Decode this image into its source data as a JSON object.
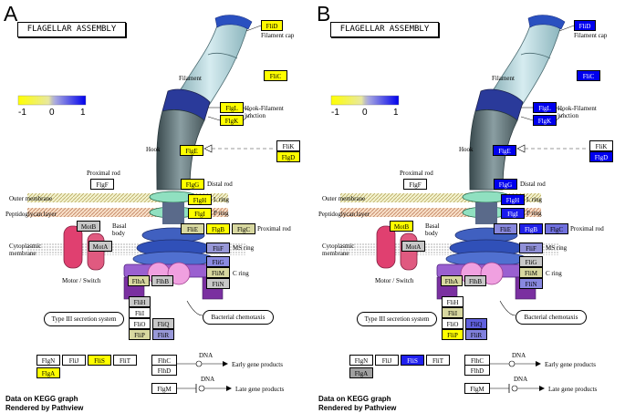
{
  "panels": [
    {
      "letter": "A",
      "title": "FLAGELLAR ASSEMBLY",
      "colors": {
        "FliD": "#fffa00",
        "FliC": "#ffff00",
        "FlgL": "#ffff00",
        "FlgK": "#ffff00",
        "FlgE": "#ffff00",
        "FliK": "#ffffff",
        "FlgD": "#ffff00",
        "FlgF": "#ffffff",
        "FlgG": "#ffff00",
        "FlgH": "#ffff00",
        "FlgI": "#ffff00",
        "FliE": "#d8d8a0",
        "FlgB": "#ffff00",
        "FlgC": "#d8d8a0",
        "MotB": "#c8c8c8",
        "MotA": "#c8c8c8",
        "FliF": "#9898d8",
        "FliG": "#8a8ae0",
        "FliM": "#d8d8a0",
        "FliN": "#c8c8c8",
        "FlhA": "#d8d8a0",
        "FlhB": "#c8c8c8",
        "FliH": "#c8c8c8",
        "FliI": "#ffffff",
        "FliO": "#ffffff",
        "FliQ": "#c8c8c8",
        "FliP": "#d8d8a0",
        "FliR": "#9898d8",
        "FlgN": "#ffffff",
        "FliJ": "#ffffff",
        "FliS": "#ffff00",
        "FliT": "#ffffff",
        "FlgA": "#ffff00",
        "FlhC": "#ffffff",
        "FlhD": "#ffffff",
        "FlgM": "#ffffff"
      }
    },
    {
      "letter": "B",
      "title": "FLAGELLAR ASSEMBLY",
      "colors": {
        "FliD": "#0000ee",
        "FliC": "#0000ee",
        "FlgL": "#0000ee",
        "FlgK": "#0000ee",
        "FlgE": "#0000ee",
        "FliK": "#ffffff",
        "FlgD": "#0000ee",
        "FlgF": "#ffffff",
        "FlgG": "#0000ee",
        "FlgH": "#0000ee",
        "FlgI": "#1a1aee",
        "FliE": "#8888dd",
        "FlgB": "#2020e8",
        "FlgC": "#7070dd",
        "MotB": "#ffff00",
        "MotA": "#c8c8c8",
        "FliF": "#9090d8",
        "FliG": "#c8c8c8",
        "FliM": "#d8d8a0",
        "FliN": "#8888e0",
        "FlhA": "#d8d8a0",
        "FlhB": "#c8c8c8",
        "FliH": "#ffffff",
        "FliI": "#d8d8a0",
        "FliO": "#ffffff",
        "FliQ": "#6060dd",
        "FliP": "#ffff00",
        "FliR": "#8080dd",
        "FlgN": "#ffffff",
        "FliJ": "#ffffff",
        "FliS": "#2020ee",
        "FliT": "#ffffff",
        "FlgA": "#a0a0a0",
        "FlhC": "#ffffff",
        "FlhD": "#ffffff",
        "FlgM": "#ffffff"
      }
    }
  ],
  "genes": {
    "FliD": "FliD",
    "FliC": "FliC",
    "FlgL": "FlgL",
    "FlgK": "FlgK",
    "FlgE": "FlgE",
    "FliK": "FliK",
    "FlgD": "FlgD",
    "FlgF": "FlgF",
    "FlgG": "FlgG",
    "FlgH": "FlgH",
    "FlgI": "FlgI",
    "FliE": "FliE",
    "FlgB": "FlgB",
    "FlgC": "FlgC",
    "MotB": "MotB",
    "MotA": "MotA",
    "FliF": "FliF",
    "FliG": "FliG",
    "FliM": "FliM",
    "FliN": "FliN",
    "FlhA": "FlhA",
    "FlhB": "FlhB",
    "FliH": "FliH",
    "FliI": "FliI",
    "FliO": "FliO",
    "FliQ": "FliQ",
    "FliP": "FliP",
    "FliR": "FliR",
    "FlgN": "FlgN",
    "FliJ": "FliJ",
    "FliS": "FliS",
    "FliT": "FliT",
    "FlgA": "FlgA",
    "FlhC": "FlhC",
    "FlhD": "FlhD",
    "FlgM": "FlgM"
  },
  "labels": {
    "filament_cap": "Filament cap",
    "filament": "Filament",
    "hook_filament": "Hook-Filament",
    "junction": "junction",
    "hook": "Hook",
    "proximal_rod": "Proximal rod",
    "distal_rod": "Distal rod",
    "outer_membrane": "Outer membrane",
    "l_ring": "L ring",
    "peptidoglycan": "Peptidoglycan layer",
    "p_ring": "P ring",
    "basal": "Basal",
    "body": "body",
    "proximal_rod2": "Proximal rod",
    "cytoplasmic": "Cytoplasmic",
    "membrane": "membrane",
    "ms_ring": "MS ring",
    "motor_switch": "Motor / Switch",
    "c_ring": "C ring",
    "type3": "Type III secretion system",
    "chemotaxis": "Bacterial chemotaxis",
    "dna1": "DNA",
    "early": "Early gene products",
    "dna2": "DNA",
    "late": "Late gene products"
  },
  "scale": {
    "min": "-1",
    "mid": "0",
    "max": "1"
  },
  "footer": {
    "line1": "Data on KEGG graph",
    "line2": "Rendered by Pathview"
  }
}
